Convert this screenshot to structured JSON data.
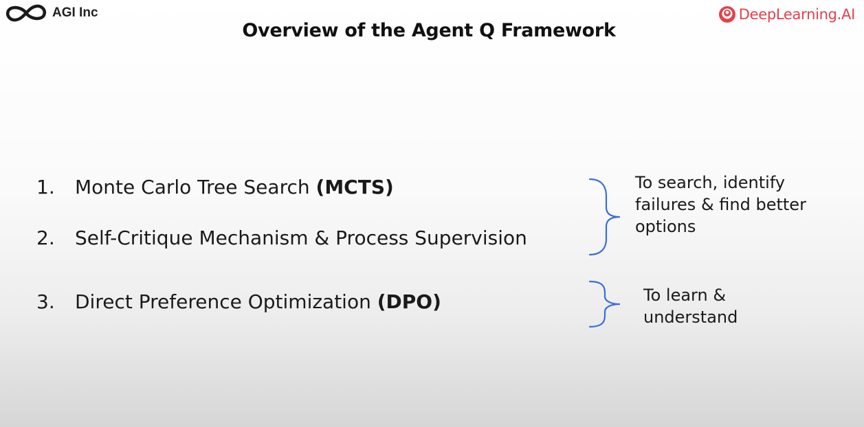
{
  "logos": {
    "left": {
      "name": "AGI Inc",
      "icon": "infinity-icon"
    },
    "right": {
      "name": "DeepLearning.AI",
      "icon": "deeplearning-logo-icon",
      "color": "#e4404a"
    }
  },
  "title": "Overview of the Agent Q Framework",
  "items": [
    {
      "num": "1.",
      "text": "Monte Carlo Tree Search",
      "bold": "(MCTS)"
    },
    {
      "num": "2.",
      "text": "Self-Critique Mechanism & Process Supervision",
      "bold": ""
    },
    {
      "num": "3.",
      "text": "Direct Preference Optimization",
      "bold": "(DPO)"
    }
  ],
  "notes": {
    "first": {
      "lines": [
        "To search, identify",
        "failures & find better",
        "options"
      ]
    },
    "second": {
      "lines": [
        "To learn &",
        "understand"
      ]
    }
  },
  "colors": {
    "brace": "#3b6fd4",
    "text": "#111111"
  }
}
